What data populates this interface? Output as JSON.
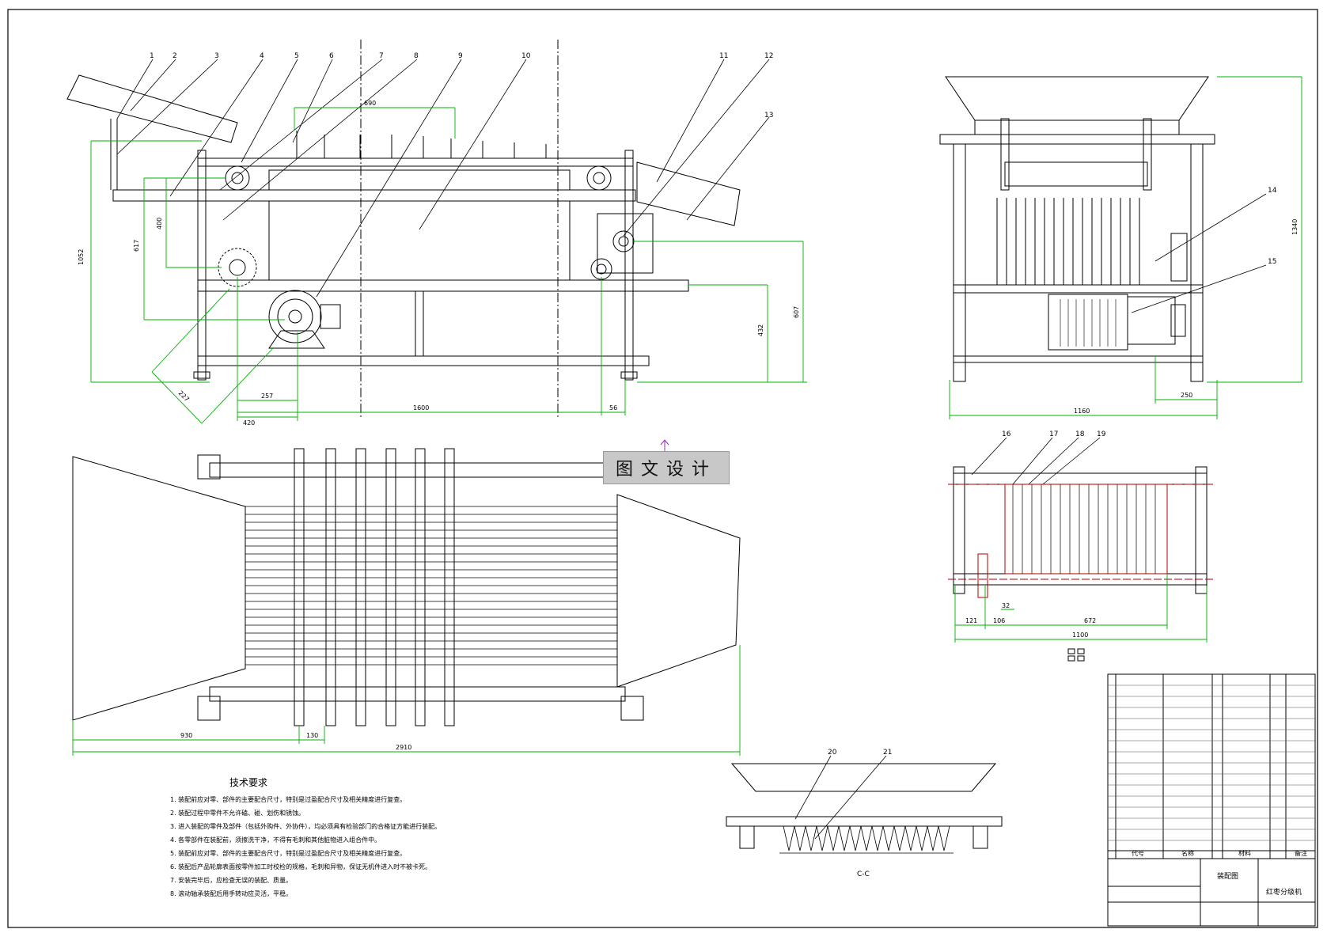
{
  "balloons": [
    "1",
    "2",
    "3",
    "4",
    "5",
    "6",
    "7",
    "8",
    "9",
    "10",
    "11",
    "12",
    "13",
    "14",
    "15",
    "16",
    "17",
    "18",
    "19",
    "20",
    "21"
  ],
  "dimensions": {
    "front": [
      "1052",
      "617",
      "400",
      "227",
      "257",
      "420",
      "1600",
      "56",
      "432",
      "607",
      "690"
    ],
    "side": [
      "1160",
      "1340",
      "250"
    ],
    "top": [
      "930",
      "130",
      "2910"
    ],
    "section": [
      "121",
      "106",
      "32",
      "672",
      "1100"
    ]
  },
  "section_label": "C-C",
  "watermark": "图文设计",
  "tech_requirements": {
    "title": "技术要求",
    "items": [
      "1. 装配前应对零、部件的主要配合尺寸，特别是过盈配合尺寸及相关精度进行复查。",
      "2. 装配过程中零件不允许磕、碰、划伤和锈蚀。",
      "3. 进入装配的零件及部件（包括外购件、外协件），均必须具有检验部门的合格证方能进行装配。",
      "4. 各零部件在装配前，须擦洗干净，不得有毛刺和其他脏物进入组合件中。",
      "5. 装配前应对零、部件的主要配合尺寸，特别是过盈配合尺寸及相关精度进行复查。",
      "6. 装配后产品轮廓表面按零件加工时校检的规格，毛刺和异物，保证无机件进入时不被卡死。",
      "7. 安装完毕后，应检查无误的装配、质量。",
      "8. 滚动轴承装配后用手转动应灵活，平稳。"
    ]
  },
  "title_block": {
    "headers": [
      "代号",
      "名称",
      "材料",
      "备注"
    ],
    "design_label": "装配图",
    "drawing_name": "红枣分级机"
  },
  "colors": {
    "lines": "#000000",
    "dimensions": "#00b000",
    "stamp_bg": "#c8c8c8",
    "arrow": "#9a2bd0"
  }
}
